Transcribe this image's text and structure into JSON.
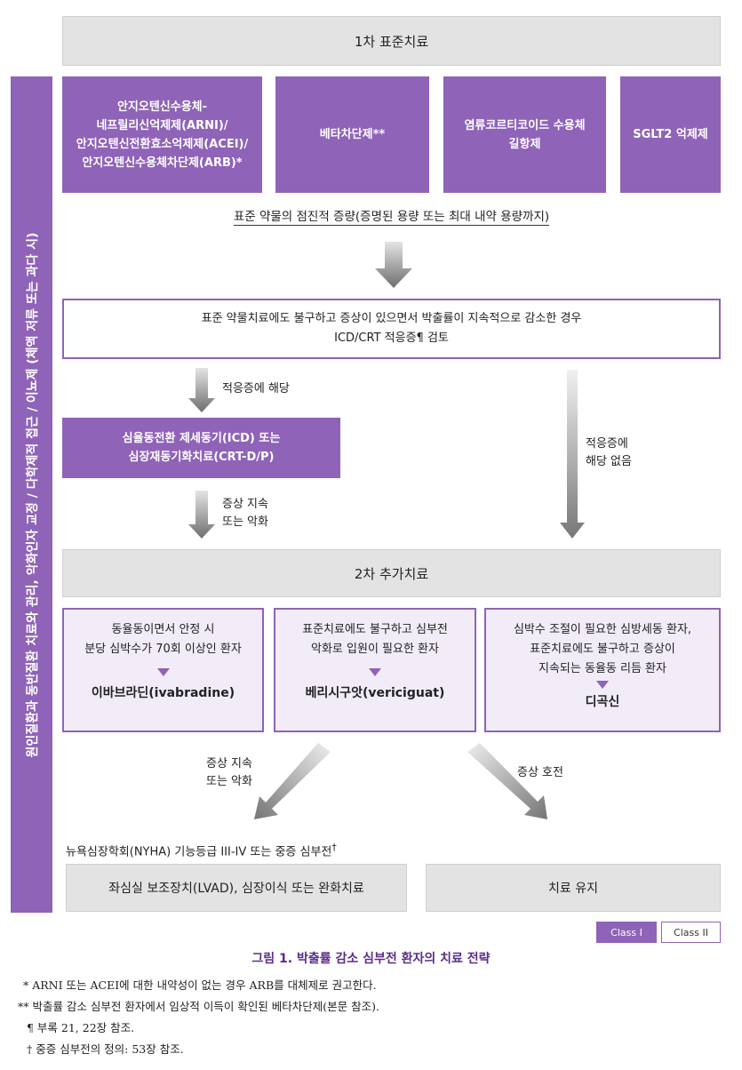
{
  "sidebar": {
    "text": "원인질환과 동반질환 치료와 관리, 악화인자 교정 / 다학제적 접근 / 이뇨제 (체액 저류 또는 과다 시)"
  },
  "first_line": {
    "title": "1차 표준치료",
    "drugs": [
      {
        "lines": [
          "안지오텐신수용체-",
          "네프릴리신억제제(ARNI)/",
          "안지오텐신전환효소억제제(ACEI)/",
          "안지오텐신수용체차단제(ARB)*"
        ]
      },
      {
        "lines": [
          "베타차단제**"
        ]
      },
      {
        "lines": [
          "염류코르티코이드 수용체",
          "길항제"
        ]
      },
      {
        "lines": [
          "SGLT2 억제제"
        ]
      }
    ],
    "titration": "표준 약물의 점진적 증량(증명된 용량 또는 최대 내약 용량까지)"
  },
  "icd_review": {
    "line1": "표준 약물치료에도 불구하고 증상이 있으면서 박출률이 지속적으로 감소한 경우",
    "line2": "ICD/CRT 적응증¶ 검토"
  },
  "arrows": {
    "indicated": "적응증에 해당",
    "not_indicated_1": "적응증에",
    "not_indicated_2": "해당 없음",
    "persist_1": "증상 지속",
    "persist_2": "또는 악화",
    "persist_b_1": "증상 지속",
    "persist_b_2": "또는 악화",
    "improved": "증상 호전"
  },
  "device": {
    "line1": "심율동전환 제세동기(ICD) 또는",
    "line2": "심장재동기화치료(CRT-D/P)"
  },
  "second_line": {
    "title": "2차 추가치료",
    "boxes": [
      {
        "cond": [
          "동율동이면서 안정 시",
          "분당 심박수가 70회 이상인 환자"
        ],
        "drug": "이바브라딘(ivabradine)"
      },
      {
        "cond": [
          "표준치료에도 불구하고 심부전",
          "악화로 입원이 필요한 환자"
        ],
        "drug": "베리시구앗(vericiguat)"
      },
      {
        "cond": [
          "심박수 조절이 필요한 심방세동 환자,",
          "표준치료에도 불구하고 증상이",
          "지속되는 동율동 리듬 환자"
        ],
        "drug": "디곡신"
      }
    ]
  },
  "final": {
    "nyha": "뉴욕심장학회(NYHA) 기능등급 III-IV 또는 중증 심부전",
    "nyha_mark": "†",
    "advanced": "좌심실 보조장치(LVAD), 심장이식 또는 완화치료",
    "maintain": "치료 유지"
  },
  "legend": {
    "class1": "Class I",
    "class2": "Class II"
  },
  "caption": "그림 1. 박출률 감소 심부전 환자의 치료 전략",
  "footnotes": [
    "* ARNI 또는 ACEI에 대한 내약성이 없는 경우 ARB를 대체제로 권고한다.",
    "** 박출률 감소 심부전 환자에서 임상적 이득이 확인된 베타차단제(본문 참조).",
    "¶ 부록 21, 22장 참조.",
    "† 중증 심부전의 정의: 53장 참조."
  ],
  "colors": {
    "purple": "#8f63b8",
    "gray_box": "#e3e3e3",
    "lavender": "#f2ecf8",
    "caption": "#5b2d8a"
  }
}
